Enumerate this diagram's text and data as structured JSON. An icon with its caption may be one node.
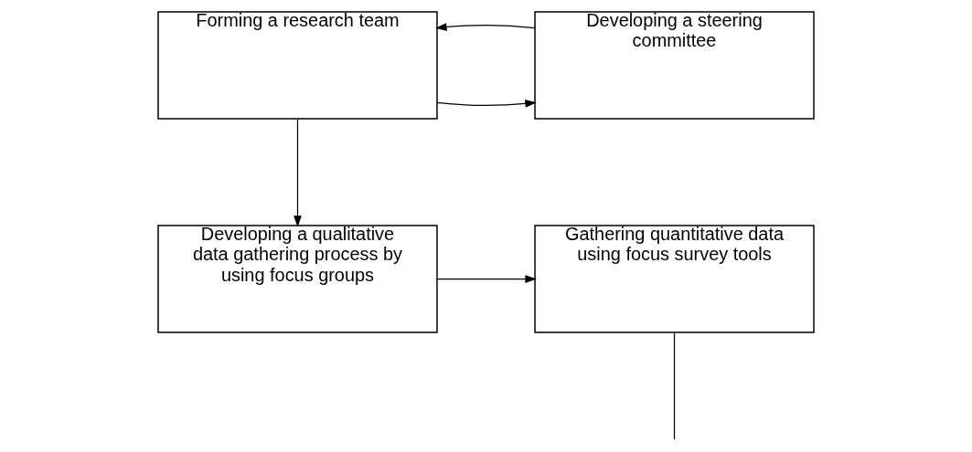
{
  "diagram": {
    "nodes": [
      {
        "text": [
          "Forming a research team"
        ]
      },
      {
        "text": [
          "Developing a steering committee"
        ]
      },
      {
        "text": [
          "Developing a qualitative data gathering process by using focus groups"
        ]
      },
      {
        "text": [
          "Gathering quantitative data using focus survey tools"
        ]
      }
    ],
    "edges": [
      {
        "from": 0,
        "to": 1,
        "arrow": "to"
      },
      {
        "from": 1,
        "to": 0,
        "arrow": "to"
      },
      {
        "from": 0,
        "to": 2,
        "arrow": "to"
      },
      {
        "from": 2,
        "to": 3,
        "arrow": "to"
      },
      {
        "from": 3,
        "to": null,
        "arrow": "none"
      }
    ]
  }
}
